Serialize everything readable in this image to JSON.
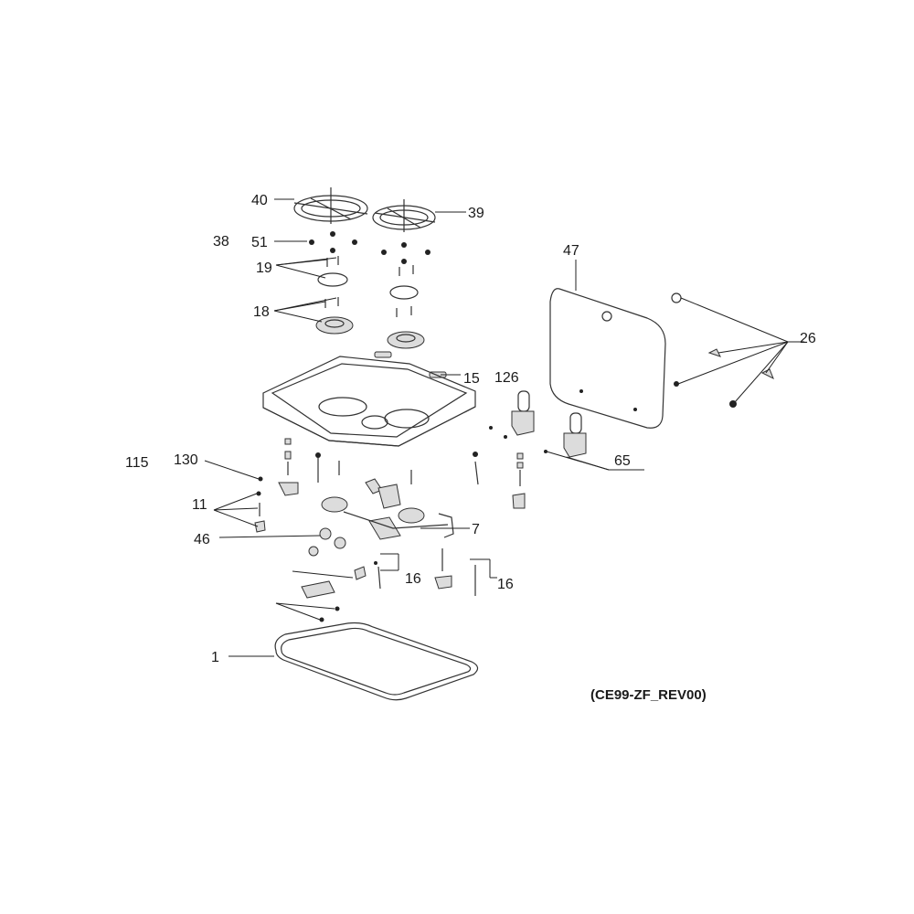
{
  "callouts": [
    {
      "id": "c40",
      "text": "40"
    },
    {
      "id": "c39",
      "text": "39"
    },
    {
      "id": "c38",
      "text": "38"
    },
    {
      "id": "c51",
      "text": "51"
    },
    {
      "id": "c19",
      "text": "19"
    },
    {
      "id": "c18",
      "text": "18"
    },
    {
      "id": "c15",
      "text": "15"
    },
    {
      "id": "c126",
      "text": "126"
    },
    {
      "id": "c47",
      "text": "47"
    },
    {
      "id": "c26",
      "text": "26"
    },
    {
      "id": "c65",
      "text": "65"
    },
    {
      "id": "c115",
      "text": "115"
    },
    {
      "id": "c130",
      "text": "130"
    },
    {
      "id": "c11",
      "text": "11"
    },
    {
      "id": "c7",
      "text": "7"
    },
    {
      "id": "c46",
      "text": "46"
    },
    {
      "id": "c16a",
      "text": "16"
    },
    {
      "id": "c16b",
      "text": "16"
    },
    {
      "id": "c1",
      "text": "1"
    }
  ],
  "drawing_code": "(CE99-ZF_REV00)"
}
